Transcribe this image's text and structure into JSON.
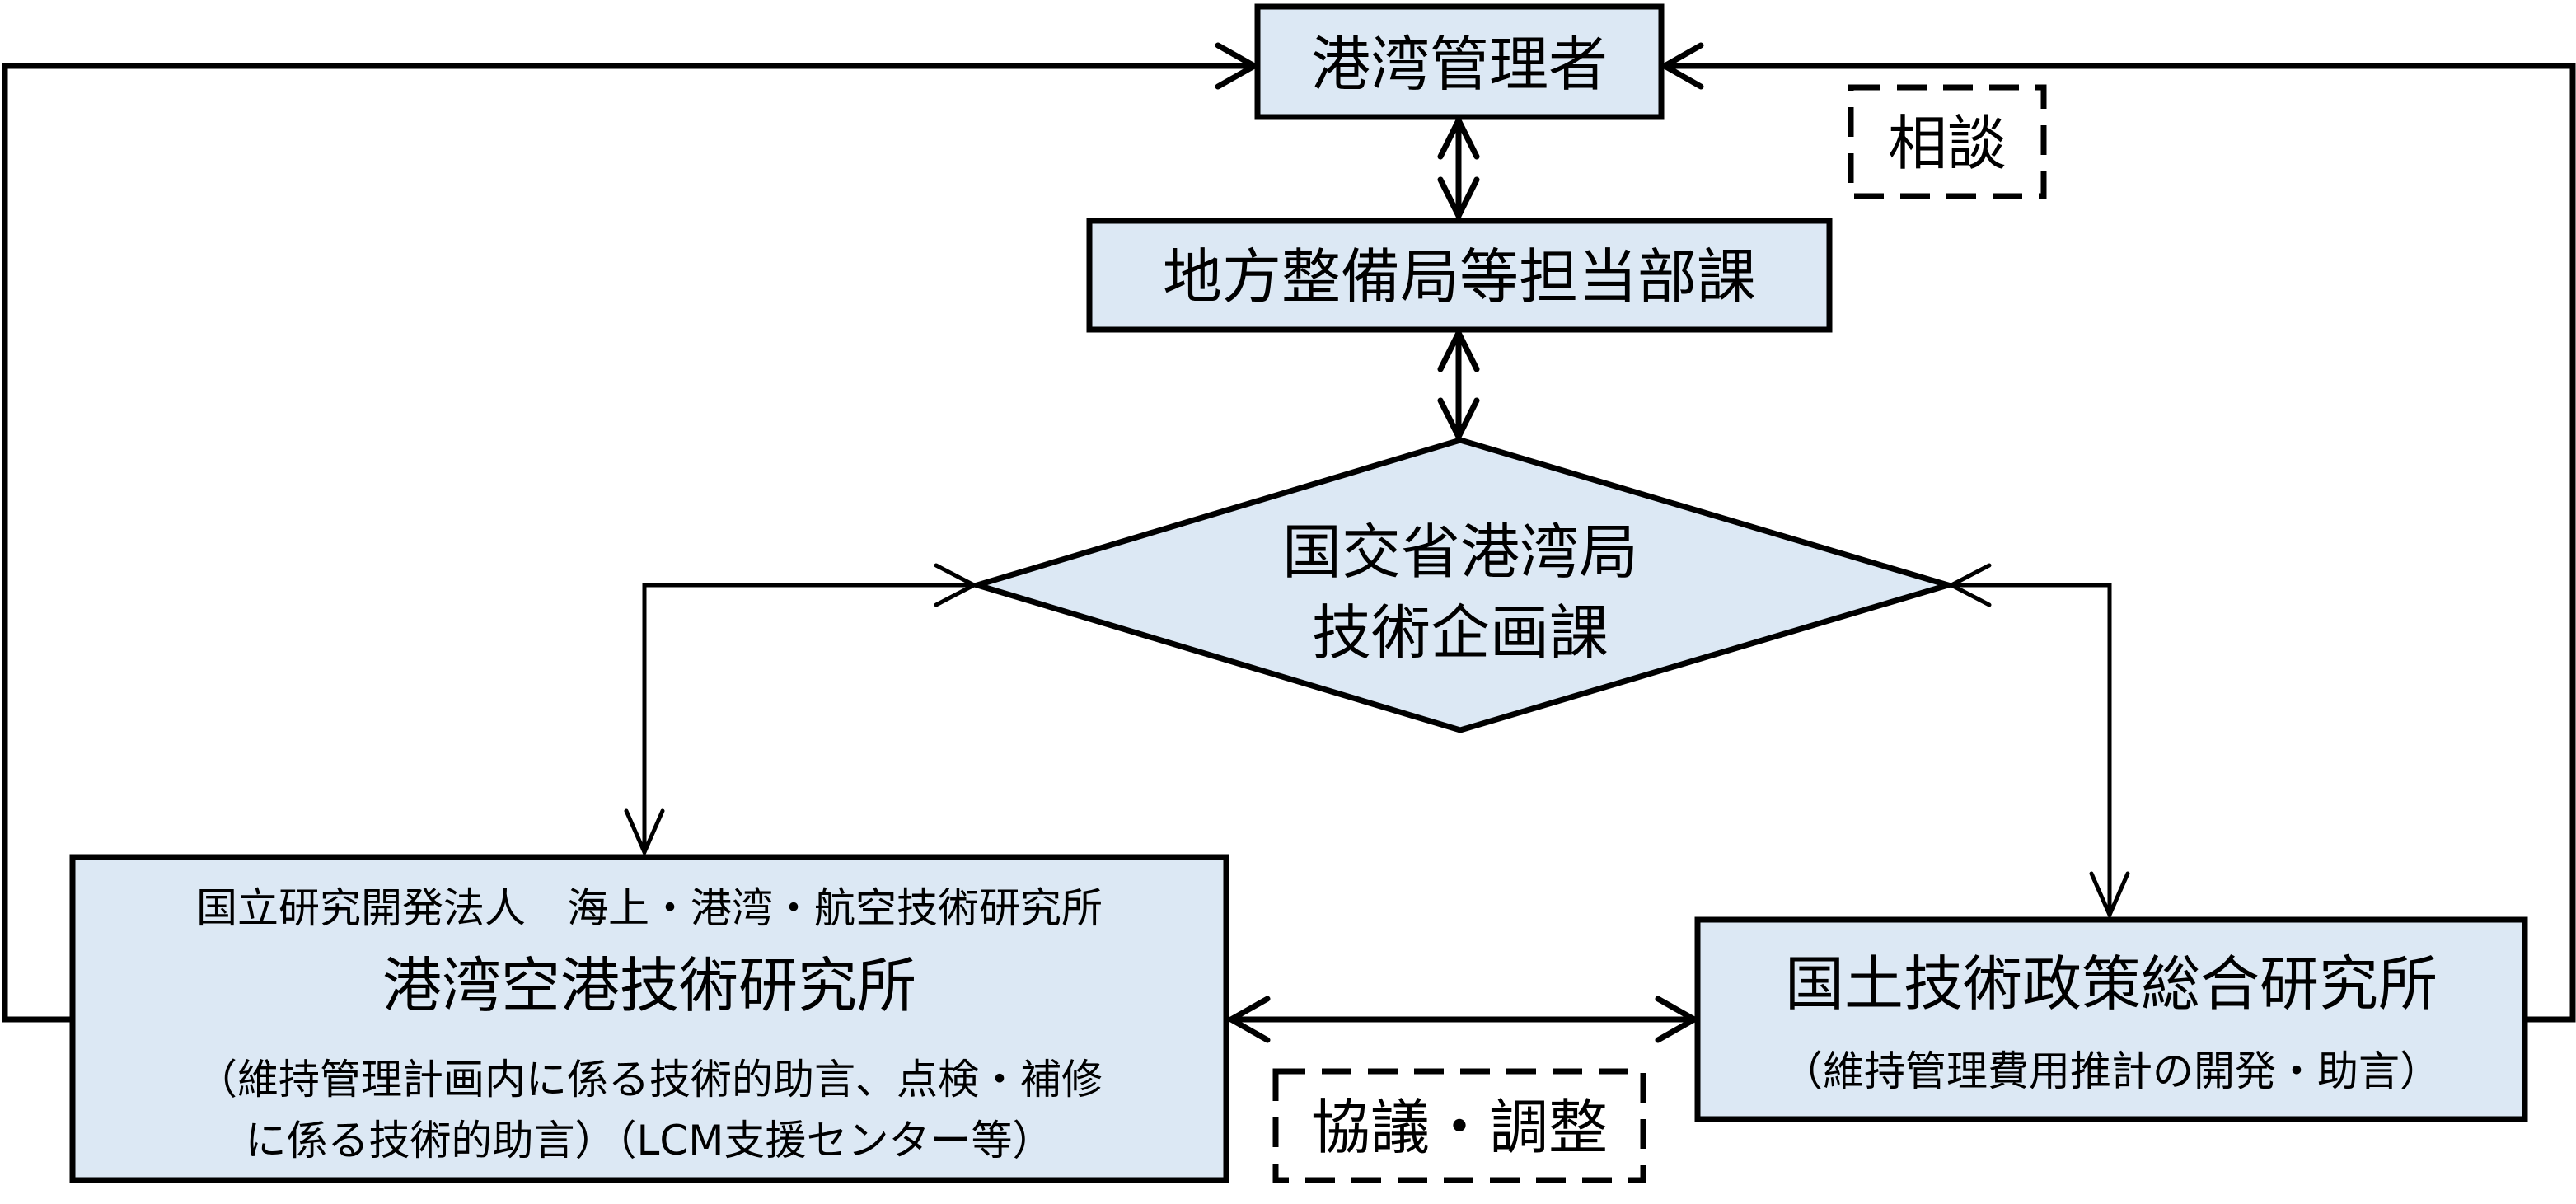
{
  "diagram": {
    "type": "organization-flow",
    "colors": {
      "node_fill": "#dce8f4",
      "line": "#000000",
      "background": "#ffffff"
    },
    "nodes": {
      "port_manager": {
        "label": "港湾管理者"
      },
      "regional_bureau": {
        "label": "地方整備局等担当部課"
      },
      "mlit_ports_bureau": {
        "line1": "国交省港湾局",
        "line2": "技術企画課"
      },
      "parI": {
        "org_line": "国立研究開発法人　海上・港湾・航空技術研究所",
        "title": "港湾空港技術研究所",
        "desc_line1": "（維持管理計画内に係る技術的助言、点検・補修",
        "desc_line2": "に係る技術的助言）（LCM支援センター等）"
      },
      "nilim": {
        "title": "国土技術政策総合研究所",
        "desc": "（維持管理費用推計の開発・助言）"
      }
    },
    "labels": {
      "consultation": "相談",
      "coordination": "協議・調整"
    },
    "edges": [
      {
        "from": "port_manager",
        "to": "regional_bureau",
        "direction": "both"
      },
      {
        "from": "regional_bureau",
        "to": "mlit_ports_bureau",
        "direction": "both"
      },
      {
        "from": "mlit_ports_bureau",
        "to": "parI",
        "direction": "both"
      },
      {
        "from": "mlit_ports_bureau",
        "to": "nilim",
        "direction": "both"
      },
      {
        "from": "parI",
        "to": "nilim",
        "direction": "both",
        "label": "協議・調整"
      },
      {
        "from": "parI",
        "to": "port_manager",
        "direction": "forward"
      },
      {
        "from": "nilim",
        "to": "port_manager",
        "direction": "forward",
        "label": "相談"
      }
    ]
  }
}
